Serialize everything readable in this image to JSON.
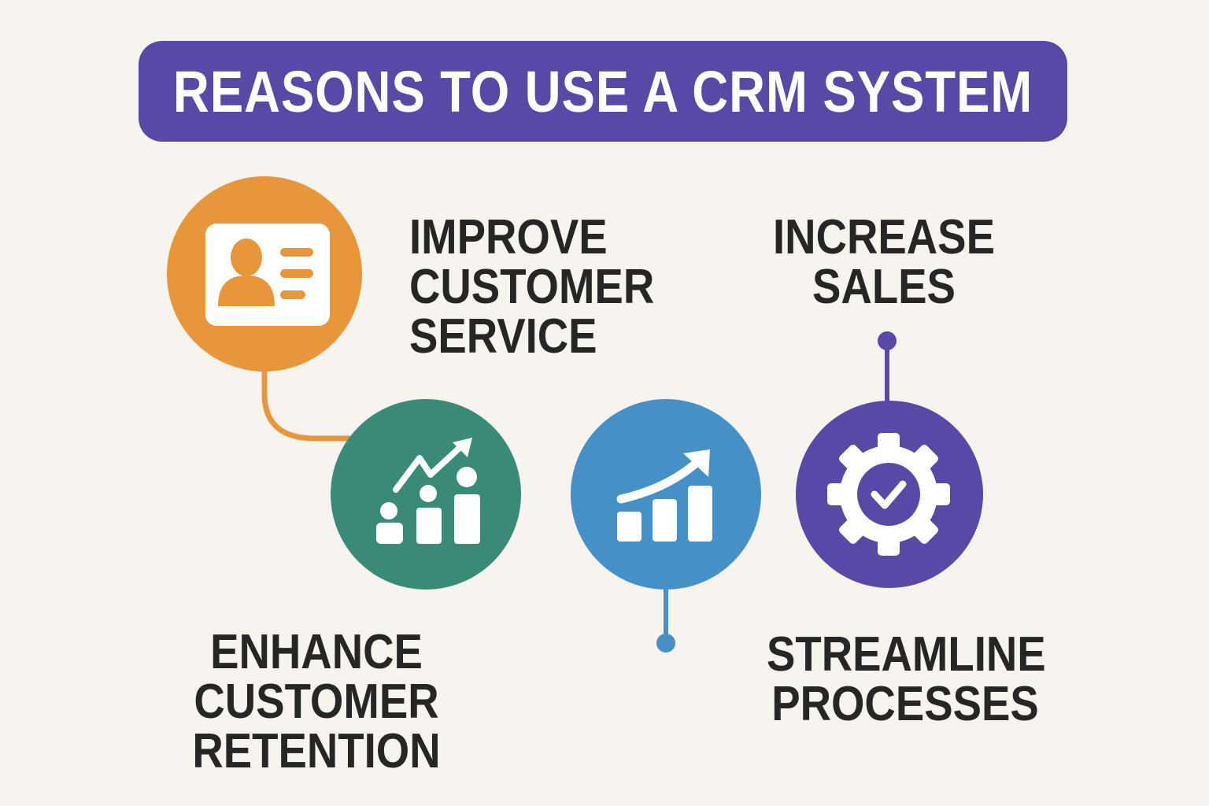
{
  "title": "REASONS TO USE A CRM SYSTEM",
  "items": [
    {
      "lines": [
        "IMPROVE",
        "CUSTOMER",
        "SERVICE"
      ],
      "icon": "contact-card-icon",
      "color": "#e8963a"
    },
    {
      "lines": [
        "ENHANCE",
        "CUSTOMER",
        "RETENTION"
      ],
      "icon": "growth-chart-people-icon",
      "color": "#3a8a78"
    },
    {
      "lines": [
        "INCREASE",
        "SALES"
      ],
      "icon": "bar-chart-arrow-icon",
      "color": "#4690c8"
    },
    {
      "lines": [
        "STREAMLINE",
        "PROCESSES"
      ],
      "icon": "gear-check-icon",
      "color": "#5949a7"
    }
  ]
}
